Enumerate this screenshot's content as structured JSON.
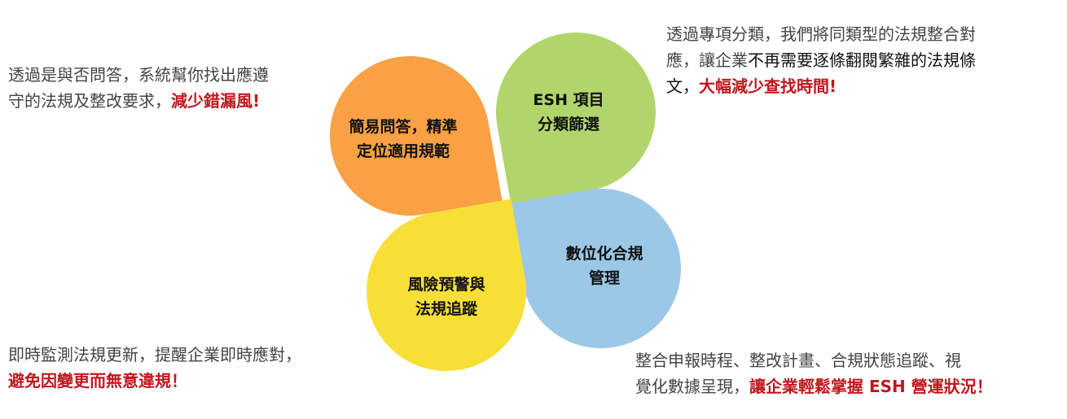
{
  "petals": [
    {
      "id": "qa",
      "line1": "簡易問答，精準",
      "line2": "定位適用規範",
      "color": "#F9A144"
    },
    {
      "id": "esh",
      "line1": "ESH 項目",
      "line2": "分類篩選",
      "color": "#B1D56B"
    },
    {
      "id": "digital",
      "line1": "數位化合規",
      "line2": "管理",
      "color": "#9CC8E8"
    },
    {
      "id": "risk",
      "line1": "風險預警與",
      "line2": "法規追蹤",
      "color": "#F8DF37"
    }
  ],
  "descriptions": {
    "top_left": {
      "line1": "透過是與否問答，系統幫你找出應遵",
      "line2a": "守的法規及整改要求，",
      "line2b": "減少錯漏風!"
    },
    "top_right": {
      "line1": "透過專項分類，我們將同類型的法規整合對",
      "line2a": "應，讓企業",
      "line2b": "不再需要逐條翻閱繁雜的法規條",
      "line3a": "文，",
      "line3b": "大幅減少查找時間!"
    },
    "bottom_left": {
      "line1": "即時監測法規更新，提醒企業即時應對，",
      "line2": "避免因變更而無意違規！"
    },
    "bottom_right": {
      "line1": "整合申報時程、整改計畫、合規狀態追蹤、視",
      "line2a": "覺化數據呈現，",
      "line2b": "讓企業輕鬆掌握 ESH 營運狀況！"
    }
  },
  "accent_red": "#c0171e"
}
